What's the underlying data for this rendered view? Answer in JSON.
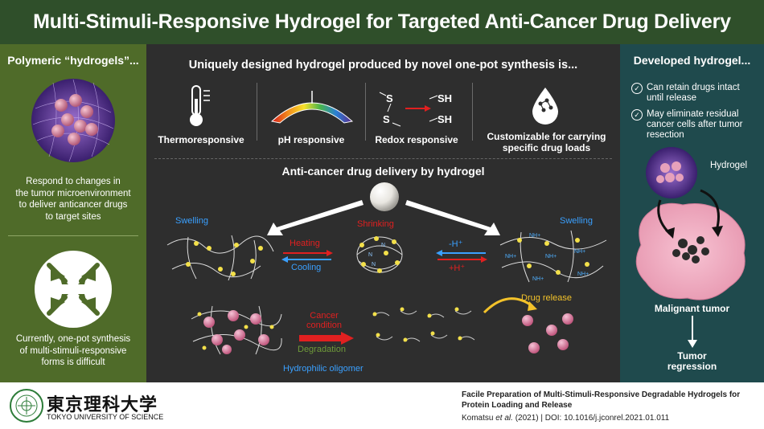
{
  "title": "Multi-Stimuli-Responsive Hydrogel for Targeted Anti-Cancer Drug Delivery",
  "left": {
    "heading": "Polymeric “hydrogels”...",
    "text1": [
      "Respond to changes in",
      "the tumor microenvironment",
      "to deliver anticancer drugs",
      "to target sites"
    ],
    "text2": [
      "Currently, one-pot synthesis",
      "of multi-stimuli-responsive",
      "forms is difficult"
    ]
  },
  "center": {
    "heading": "Uniquely designed hydrogel produced by novel one-pot synthesis is...",
    "features": [
      "Thermoresponsive",
      "pH responsive",
      "Redox responsive",
      "Customizable for carrying",
      "specific drug loads"
    ],
    "redox": {
      "s1": "S",
      "s2": "S",
      "sh1": "SH",
      "sh2": "SH"
    },
    "subheading": "Anti-cancer drug delivery by hydrogel",
    "swelling_left": "Swelling",
    "shrinking": "Shrinking",
    "swelling_right": "Swelling",
    "heating": "Heating",
    "cooling": "Cooling",
    "minus_h": "-H⁺",
    "plus_h": "+H⁺",
    "cancer_condition": [
      "Cancer",
      "condition"
    ],
    "degradation": "Degradation",
    "drug_release": "Drug release",
    "hydrophilic": "Hydrophilic oligomer"
  },
  "right": {
    "heading": "Developed hydrogel...",
    "checks": [
      [
        "Can retain drugs intact",
        "until release"
      ],
      [
        "May eliminate residual",
        "cancer cells after tumor",
        "resection"
      ]
    ],
    "hydrogel_label": "Hydrogel",
    "tumor_label": "Malignant tumor",
    "regression": [
      "Tumor",
      "regression"
    ]
  },
  "footer": {
    "university_jp": "東京理科大学",
    "university_en": "TOKYO UNIVERSITY OF SCIENCE",
    "ref_title": [
      "Facile Preparation of Multi-Stimuli-Responsive Degradable Hydrogels for",
      "Protein Loading and Release"
    ],
    "authors": "Komatsu",
    "etal": "et al.",
    "year_doi": " (2021)  |  DOI: 10.1016/j.jconrel.2021.01.011"
  },
  "colors": {
    "title_bg": "#2f4f2a",
    "left_bg": "#4f6b29",
    "center_bg": "#2e2e2e",
    "right_bg": "#1f4a4d",
    "accent_blue": "#3aa0ff",
    "accent_red": "#e02020"
  }
}
